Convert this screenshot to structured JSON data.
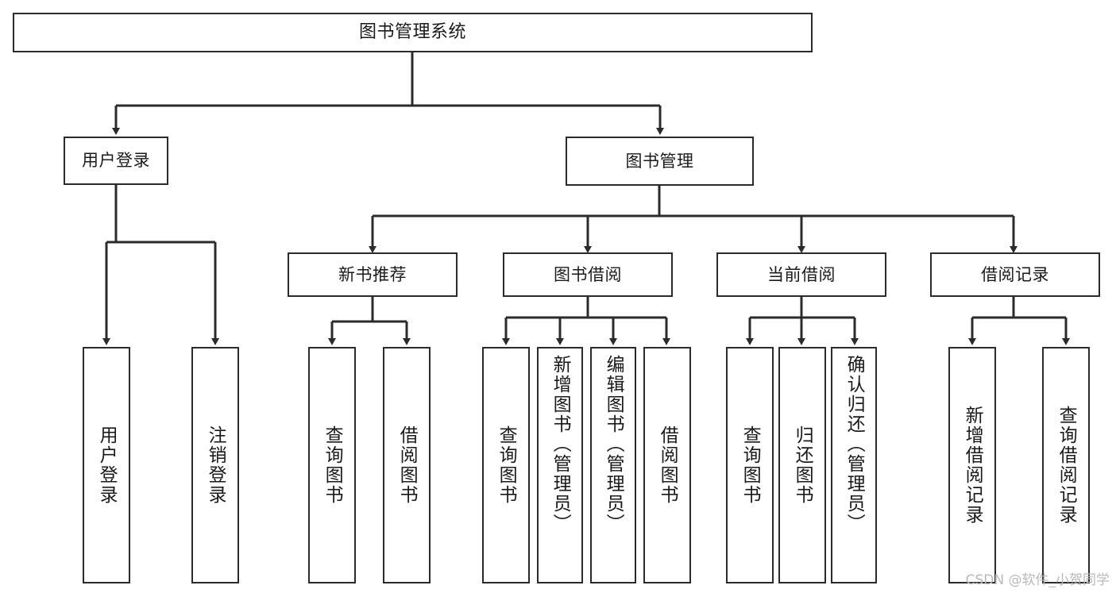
{
  "diagram": {
    "type": "tree-hierarchy-chart",
    "title": "图书管理系统",
    "stroke_color": "#2b2b2b",
    "background_color": "#ffffff",
    "watermark": "CSDN @软件_小贺同学"
  },
  "nodes": {
    "root": {
      "label": "图书管理系统"
    },
    "level1": [
      {
        "id": "user-login",
        "label": "用户登录"
      },
      {
        "id": "book-manage",
        "label": "图书管理"
      }
    ],
    "level2": [
      {
        "id": "new-book-recommend",
        "label": "新书推荐"
      },
      {
        "id": "book-borrow",
        "label": "图书借阅"
      },
      {
        "id": "current-borrow",
        "label": "当前借阅"
      },
      {
        "id": "borrow-record",
        "label": "借阅记录"
      }
    ],
    "leaves": {
      "user_login": [
        {
          "id": "leaf-user-login",
          "label": "用户登录"
        },
        {
          "id": "leaf-logout-login",
          "label": "注销登录"
        }
      ],
      "new_book_recommend": [
        {
          "id": "leaf-query-book-1",
          "label": "查询图书"
        },
        {
          "id": "leaf-borrow-book-1",
          "label": "借阅图书"
        }
      ],
      "book_borrow": [
        {
          "id": "leaf-query-book-2",
          "label": "查询图书"
        },
        {
          "id": "leaf-add-book",
          "label": "新增图书（管理员）"
        },
        {
          "id": "leaf-edit-book",
          "label": "编辑图书（管理员）"
        },
        {
          "id": "leaf-borrow-book-2",
          "label": "借阅图书"
        }
      ],
      "current_borrow": [
        {
          "id": "leaf-query-book-3",
          "label": "查询图书"
        },
        {
          "id": "leaf-return-book",
          "label": "归还图书"
        },
        {
          "id": "leaf-confirm-return",
          "label": "确认归还（管理员）"
        }
      ],
      "borrow_record": [
        {
          "id": "leaf-add-borrow-record",
          "label": "新增借阅记录"
        },
        {
          "id": "leaf-query-borrow-record",
          "label": "查询借阅记录"
        }
      ]
    }
  }
}
